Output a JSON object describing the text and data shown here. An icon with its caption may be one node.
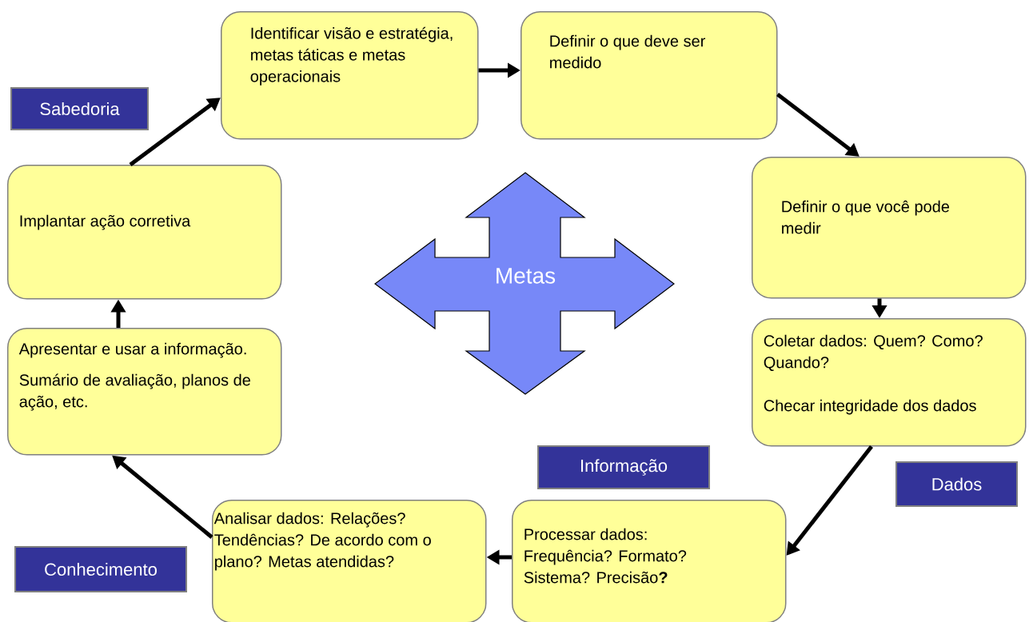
{
  "diagram": {
    "nodes": [
      {
        "text": [
          "Identificar visão e estratégia, metas táticas e metas operacionais"
        ]
      },
      {
        "text": [
          "Definir o que deve ser medido"
        ]
      },
      {
        "text": [
          "Definir o que você pode medir"
        ]
      },
      {
        "text": [
          "Coletar dados: Quem? Como? Quando?",
          "Checar integridade dos dados"
        ]
      },
      {
        "text": [
          "Processar dados: Frequência? Formato? Sistema? Precisão**?**"
        ]
      },
      {
        "text": [
          "Analisar dados: Relações? Tendências? De acordo com o plano? Metas atendidas?"
        ]
      },
      {
        "text": [
          "Apresentar e usar a informação.",
          "Sumário de avaliação, planos de ação, etc."
        ]
      },
      {
        "text": [
          "Implantar ação corretiva"
        ]
      },
      {
        "text": [
          "Metas"
        ]
      },
      {
        "text": [
          "Sabedoria"
        ]
      },
      {
        "text": [
          "Informação"
        ]
      },
      {
        "text": [
          "Dados"
        ]
      },
      {
        "text": [
          "Conhecimento"
        ]
      }
    ],
    "edges": [
      {
        "from": 0,
        "to": 1,
        "arrow": "to"
      },
      {
        "from": 1,
        "to": 2,
        "arrow": "to"
      },
      {
        "from": 2,
        "to": 3,
        "arrow": "to"
      },
      {
        "from": 3,
        "to": 4,
        "arrow": "to"
      },
      {
        "from": 4,
        "to": 5,
        "arrow": "to"
      },
      {
        "from": 5,
        "to": 6,
        "arrow": "to"
      },
      {
        "from": 6,
        "to": 7,
        "arrow": "to"
      },
      {
        "from": 7,
        "to": 0,
        "arrow": "to"
      }
    ]
  }
}
